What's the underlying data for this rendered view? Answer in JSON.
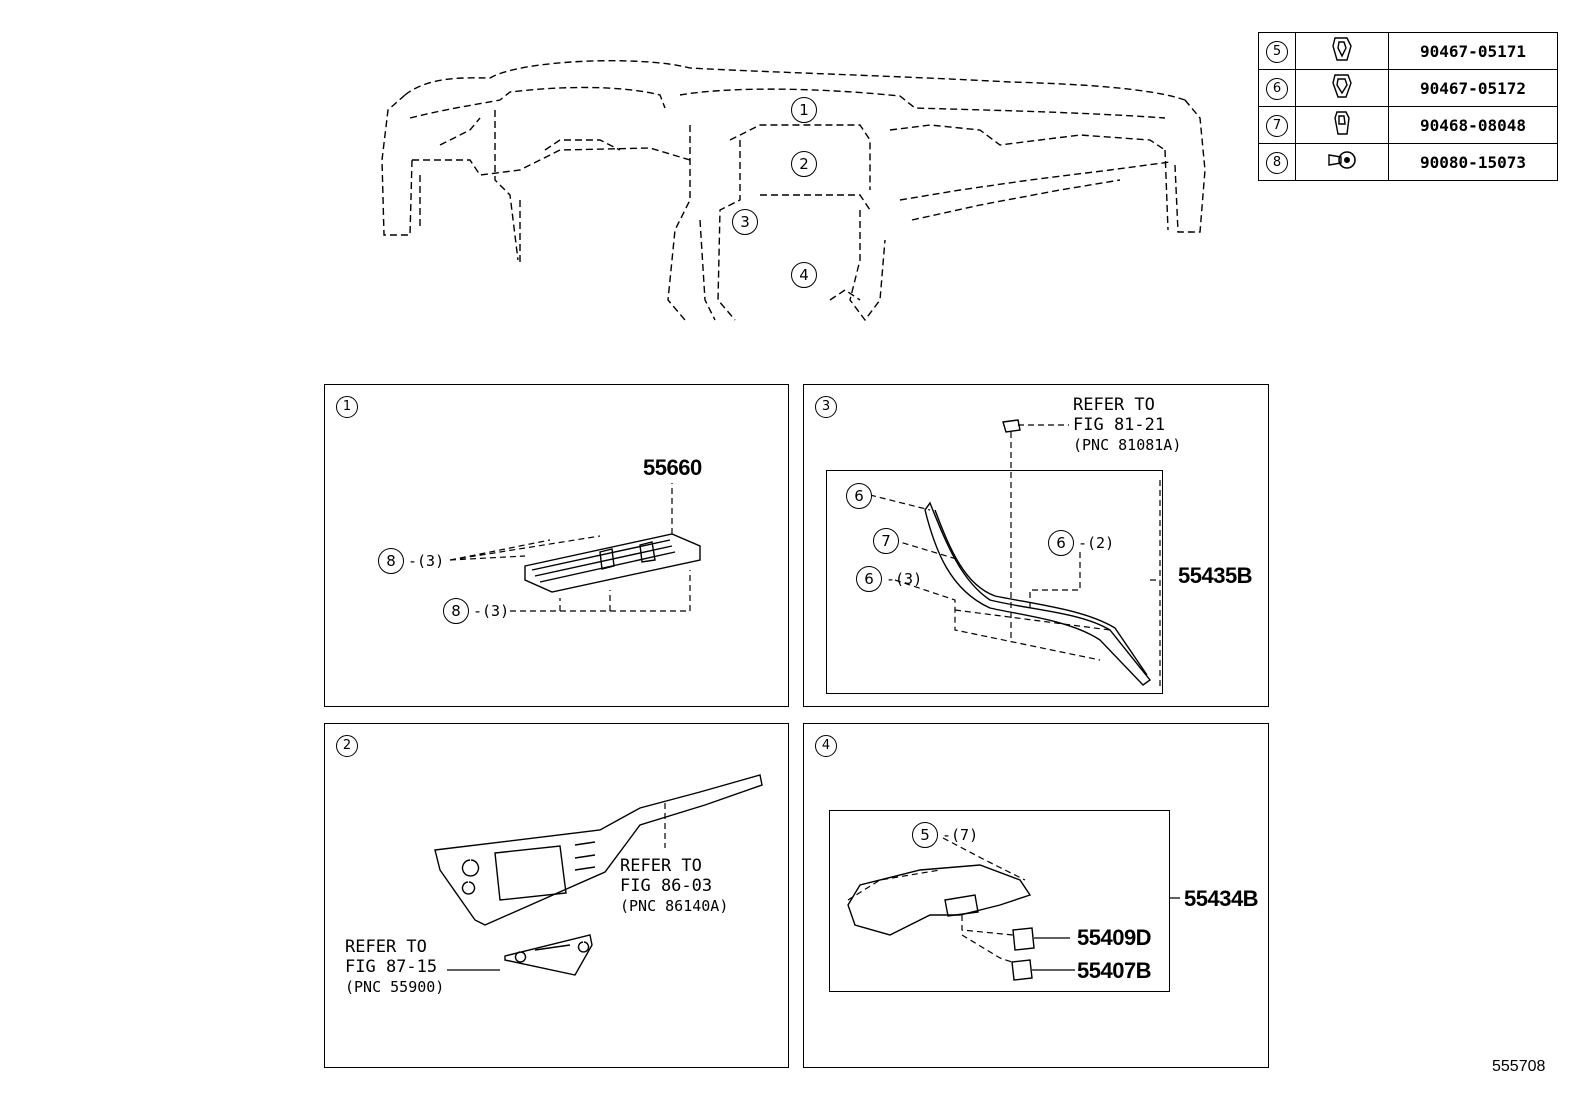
{
  "fastener_table": [
    {
      "key": "5",
      "icon": "clip-icon",
      "part_no": "90467-05171"
    },
    {
      "key": "6",
      "icon": "clip-icon",
      "part_no": "90467-05172"
    },
    {
      "key": "7",
      "icon": "clip-icon",
      "part_no": "90468-08048"
    },
    {
      "key": "8",
      "icon": "screw-icon",
      "part_no": "90080-15073"
    }
  ],
  "overview": {
    "callouts": [
      "1",
      "2",
      "3",
      "4"
    ]
  },
  "panels": {
    "p1": {
      "key": "1",
      "part": "55660",
      "fastener_a": {
        "key": "8",
        "qty": "-(3)"
      },
      "fastener_b": {
        "key": "8",
        "qty": "-(3)"
      }
    },
    "p2": {
      "key": "2",
      "refer_a": {
        "line1": "REFER TO",
        "line2": "FIG 86-03",
        "line3": "(PNC 86140A)"
      },
      "refer_b": {
        "line1": "REFER TO",
        "line2": "FIG 87-15",
        "line3": "(PNC 55900)"
      }
    },
    "p3": {
      "key": "3",
      "refer": {
        "line1": "REFER TO",
        "line2": "FIG 81-21",
        "line3": "(PNC 81081A)"
      },
      "part": "55435B",
      "fastener_a": {
        "key": "6",
        "qty": ""
      },
      "fastener_b": {
        "key": "7",
        "qty": ""
      },
      "fastener_c": {
        "key": "6",
        "qty": "-(3)"
      },
      "fastener_d": {
        "key": "6",
        "qty": "-(2)"
      }
    },
    "p4": {
      "key": "4",
      "part_main": "55434B",
      "part_a": "55409D",
      "part_b": "55407B",
      "fastener": {
        "key": "5",
        "qty": "-(7)"
      }
    }
  },
  "figure_ref": "555708"
}
